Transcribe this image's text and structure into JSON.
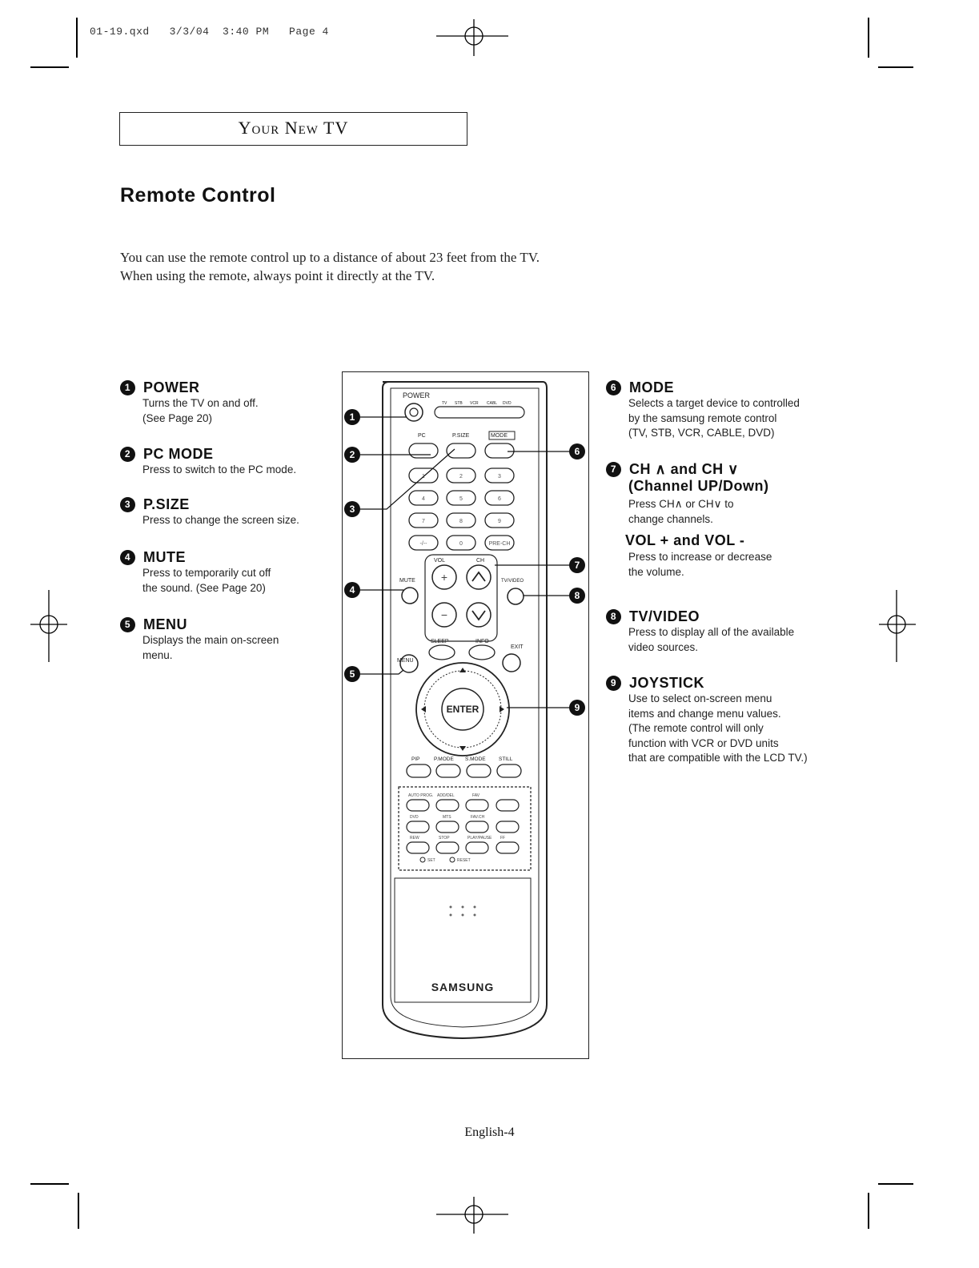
{
  "slug": "01-19.qxd   3/3/04  3:40 PM   Page 4",
  "section": "Your New TV",
  "title": "Remote Control",
  "intro": [
    "You can use the remote control up to a distance of about 23 feet from the TV.",
    "When using the remote, always point it directly at the TV."
  ],
  "items": [
    {
      "num": "1",
      "title": "POWER",
      "desc": [
        "Turns the TV on and off.",
        "(See Page 20)"
      ]
    },
    {
      "num": "2",
      "title": "PC MODE",
      "desc": [
        "Press to switch to the PC mode."
      ]
    },
    {
      "num": "3",
      "title": "P.SIZE",
      "desc": [
        "Press to change the screen size."
      ]
    },
    {
      "num": "4",
      "title": "MUTE",
      "desc": [
        "Press to temporarily cut off",
        "the sound. (See Page 20)"
      ]
    },
    {
      "num": "5",
      "title": "MENU",
      "desc": [
        "Displays the main on-screen",
        "menu."
      ]
    },
    {
      "num": "6",
      "title": "MODE",
      "desc": [
        "Selects a target device to controlled",
        "by the samsung  remote control",
        "(TV, STB, VCR, CABLE, DVD)"
      ]
    },
    {
      "num": "7",
      "title": "CH ∧  and CH ∨",
      "title2": "(Channel UP/Down)",
      "desc": [
        "Press CH∧  or CH∨  to",
        "change channels."
      ],
      "subtitle": "VOL + and VOL -",
      "desc2": [
        "Press to increase or decrease",
        "the volume."
      ]
    },
    {
      "num": "8",
      "title": "TV/VIDEO",
      "desc": [
        "Press to display all of the available",
        "video sources."
      ]
    },
    {
      "num": "9",
      "title": "JOYSTICK",
      "desc": [
        "Use to select on-screen menu",
        "items and change menu values.",
        "(The remote control will only",
        "function with VCR or DVD units",
        "that are compatible with the LCD TV.)"
      ]
    }
  ],
  "remote": {
    "power": "POWER",
    "modes": [
      "TV",
      "STB",
      "VCR",
      "CABL",
      "DVD"
    ],
    "pc": "PC",
    "psize": "P.SIZE",
    "mode": "MODE",
    "numbers": [
      "1",
      "2",
      "3",
      "4",
      "5",
      "6",
      "7",
      "8",
      "9",
      "-/--",
      "0",
      "PRE-CH"
    ],
    "vol": "VOL",
    "ch": "CH",
    "mute": "MUTE",
    "tvvideo": "TV/VIDEO",
    "sleep": "SLEEP",
    "info": "INFO",
    "menu": "MENU",
    "exit": "EXIT",
    "enter": "ENTER",
    "row2": [
      "PIP",
      "P.MODE",
      "S.MODE",
      "STILL"
    ],
    "vcr1": [
      "AUTO PROG.",
      "ADD/DEL",
      "FAV"
    ],
    "vcr2": [
      "DVD",
      "MTS",
      "FAV.CH"
    ],
    "vcr3": [
      "REW",
      "STOP",
      "PLAY/PAUSE",
      "FF"
    ],
    "set": "SET",
    "reset": "RESET",
    "brand": "SAMSUNG"
  },
  "footer": "English-4"
}
